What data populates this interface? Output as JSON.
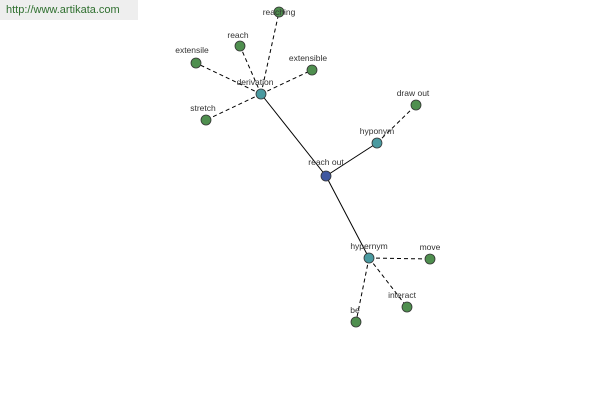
{
  "source_url": "http://www.artikata.com",
  "colors": {
    "center": "#4058a0",
    "relation": "#4a9aa0",
    "leaf": "#4f8f4f",
    "edge": "#000000"
  },
  "graph": {
    "center": "reach out",
    "relations": [
      "derivation",
      "hyponym",
      "hypernym"
    ],
    "leaves": {
      "derivation": [
        "reaching",
        "reach",
        "extensile",
        "extensible",
        "stretch"
      ],
      "hyponym": [
        "draw out"
      ],
      "hypernym": [
        "move",
        "interact",
        "be"
      ]
    }
  }
}
